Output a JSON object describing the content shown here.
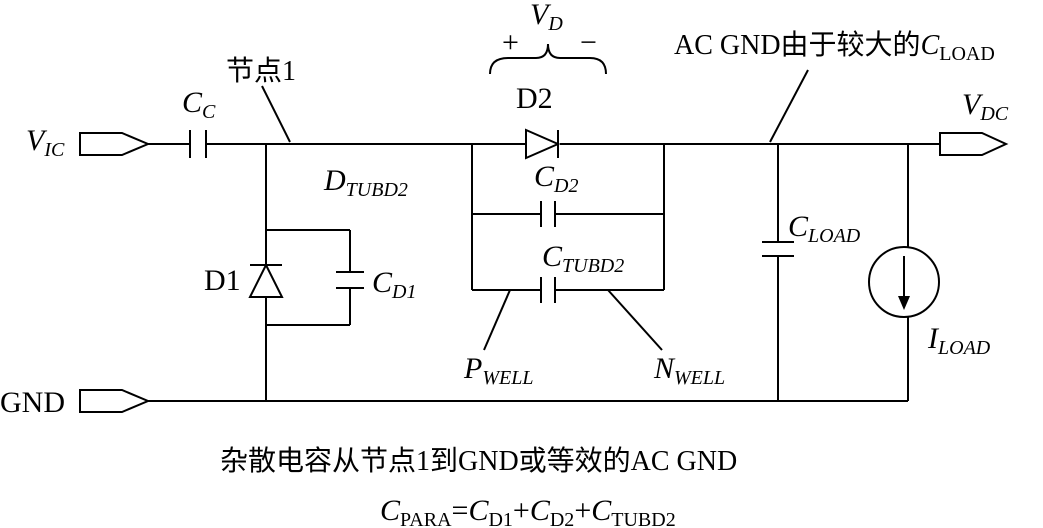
{
  "diagram": {
    "vd_label": "V",
    "vd_sub": "D",
    "vd_plus": "+",
    "vd_minus": "−",
    "node1": "节点1",
    "ac_gnd_prefix": "AC GND由于较大的",
    "ac_gnd_c": "C",
    "ac_gnd_c_sub": "LOAD",
    "cc": "C",
    "cc_sub": "C",
    "d2": "D2",
    "vdc": "V",
    "vdc_sub": "DC",
    "vic": "V",
    "vic_sub": "IC",
    "dtubd2": "D",
    "dtubd2_sub": "TUBD2",
    "cd2": "C",
    "cd2_sub": "D2",
    "ctubd2": "C",
    "ctubd2_sub": "TUBD2",
    "cload": "C",
    "cload_sub": "LOAD",
    "d1": "D1",
    "cd1": "C",
    "cd1_sub": "D1",
    "iload": "I",
    "iload_sub": "LOAD",
    "pwell": "P",
    "pwell_sub": "WELL",
    "nwell": "N",
    "nwell_sub": "WELL",
    "gnd": "GND"
  },
  "caption": {
    "line1": "杂散电容从节点1到GND或等效的AC GND",
    "eq_c1": "C",
    "eq_c1_sub": "PARA",
    "eq_eq": "=",
    "eq_c2": "C",
    "eq_c2_sub": "D1",
    "eq_p1": "+",
    "eq_c3": "C",
    "eq_c3_sub": "D2",
    "eq_p2": "+",
    "eq_c4": "C",
    "eq_c4_sub": "TUBD2"
  }
}
